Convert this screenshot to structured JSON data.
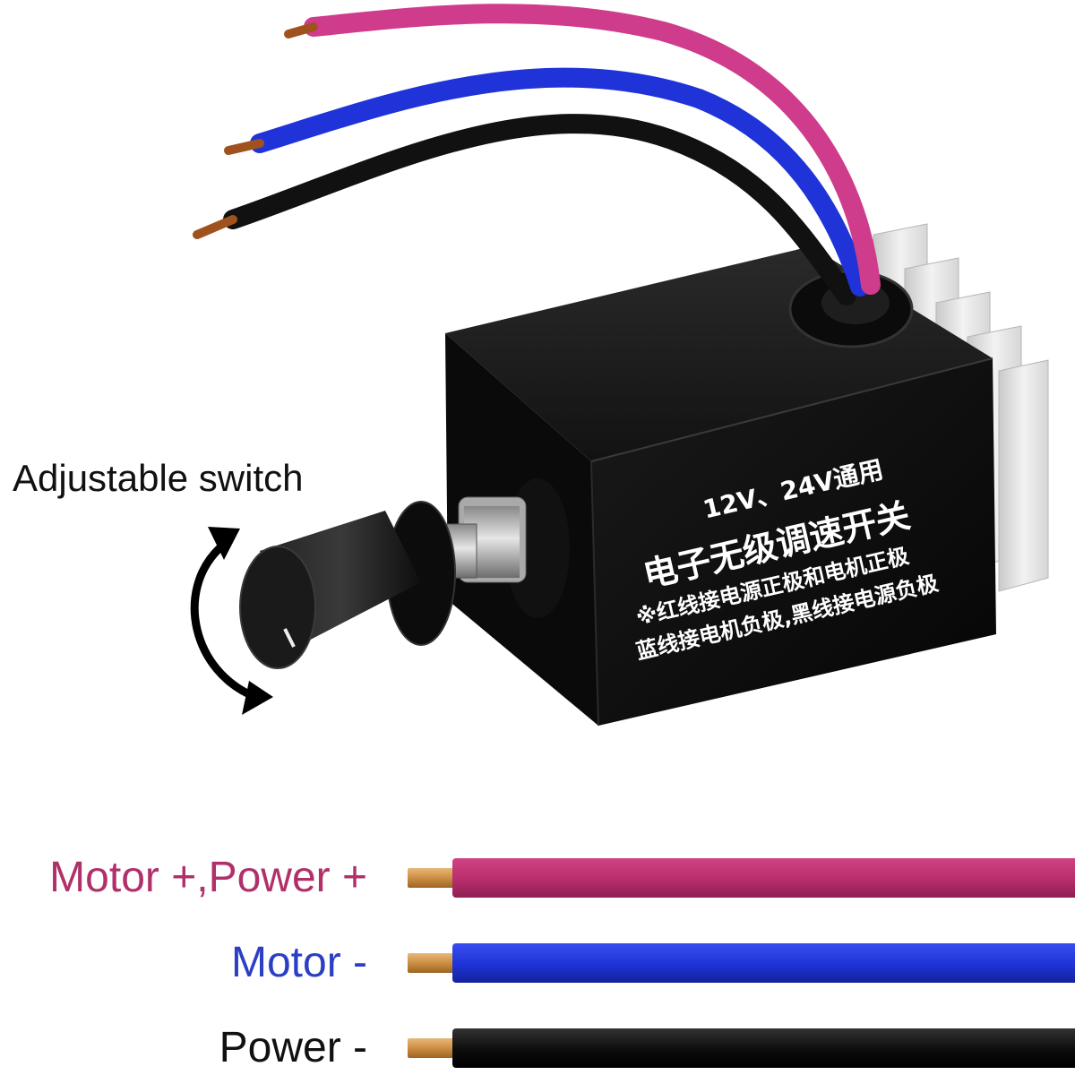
{
  "product": {
    "knob_label": "Adjustable switch",
    "box_text": {
      "line1": "12V、24V通用",
      "line2": "电子无级调速开关",
      "line3": "※红线接电源正极和电机正极",
      "line4": "蓝线接电机负极,黑线接电源负极"
    }
  },
  "wiring": [
    {
      "label": "Motor +,Power +",
      "color": "#b0316a",
      "wire_color": "#c2306e"
    },
    {
      "label": "Motor -",
      "color": "#2b3fc4",
      "wire_color": "#1f33d8"
    },
    {
      "label": "Power -",
      "color": "#111111",
      "wire_color": "#0c0c0c"
    }
  ],
  "icons": {
    "rotation": "curved-double-arrow-icon",
    "knob": "rotary-knob-icon"
  }
}
